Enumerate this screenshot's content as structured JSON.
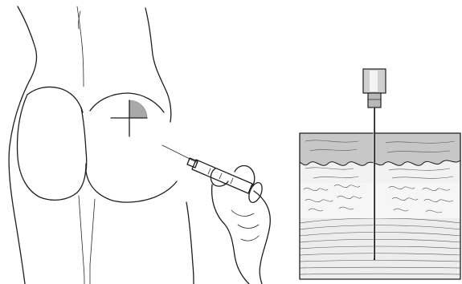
{
  "figure": {
    "left_panel": {
      "subject": "buttocks-dorsogluteal-injection-site",
      "quadrant_marker": "upper-outer-quadrant",
      "instrument": "syringe-with-needle"
    },
    "right_panel": {
      "subject": "intramuscular-injection-cross-section",
      "layers": [
        "skin",
        "subcutaneous-fat",
        "muscle"
      ]
    },
    "colors": {
      "line": "#1e1e1e",
      "quadrant_fill": "#a9a9a9",
      "skin_layer": "#c7c7c7",
      "fat_layer": "#f6f6f6",
      "muscle_layer": "#ededed",
      "hub_metal": "#b8b8b8"
    }
  }
}
